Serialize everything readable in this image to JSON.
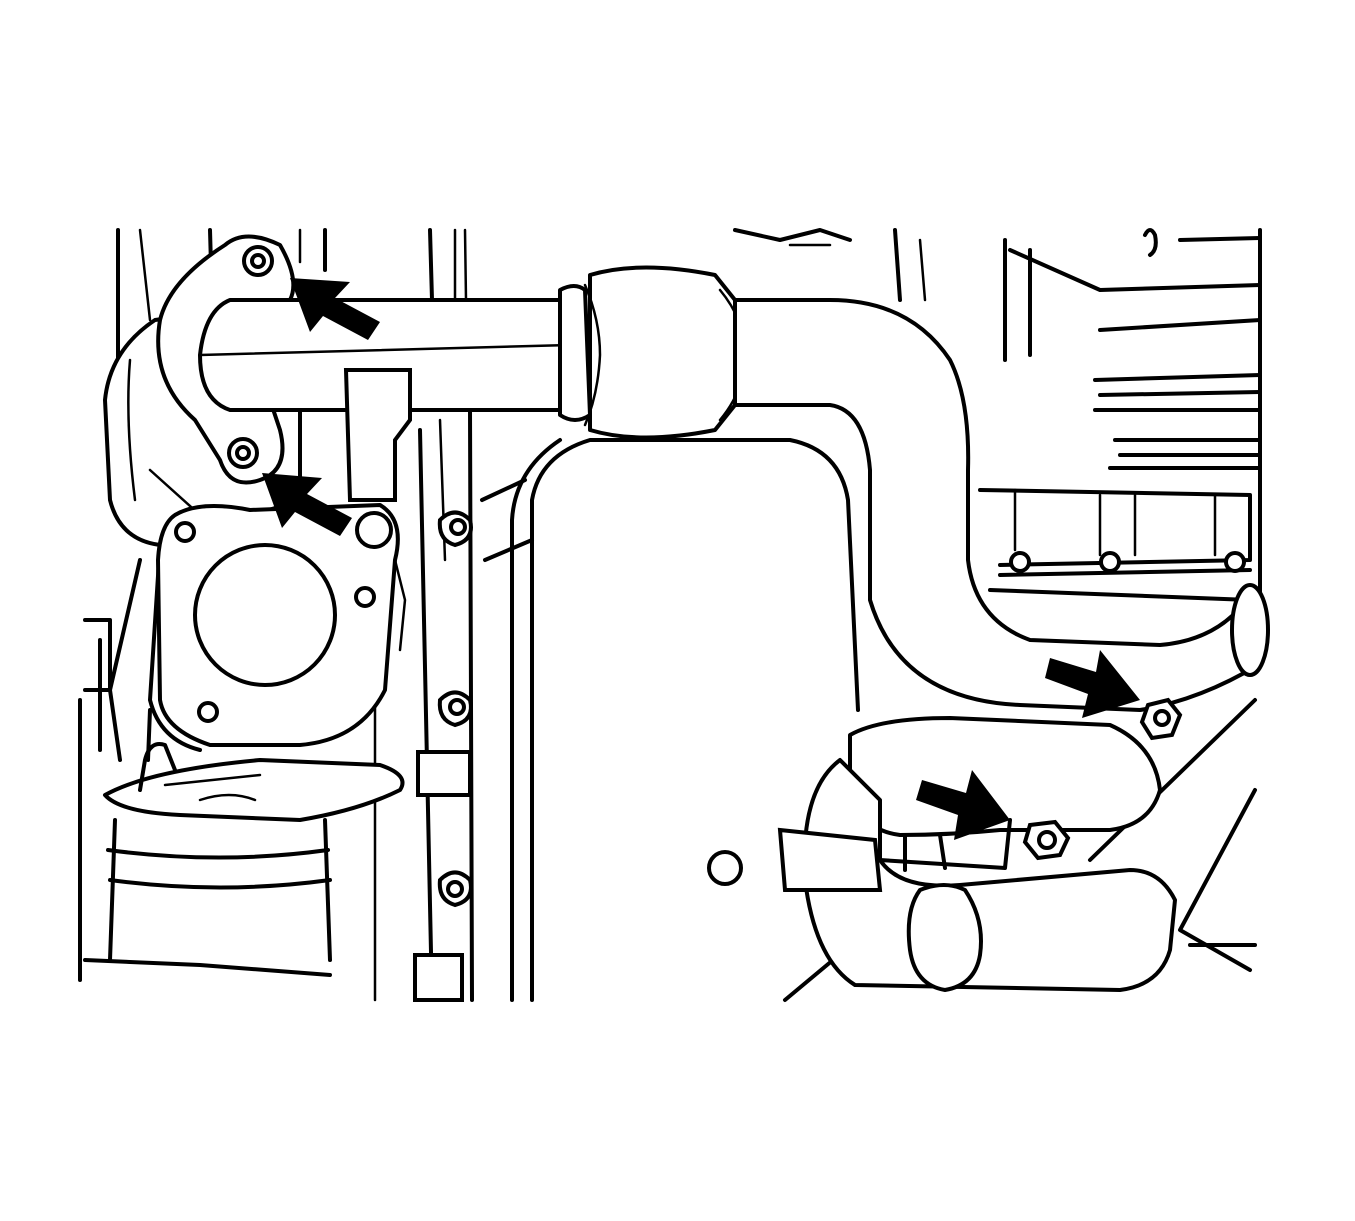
{
  "diagram": {
    "kind": "exhaust-pipe-removal-illustration",
    "line_color": "#000000",
    "background_color": "#ffffff",
    "arrow_count": 4,
    "arrow_targets": [
      "upper-flange-bolt",
      "lower-flange-bolt",
      "hanger-nut",
      "bracket-nut"
    ]
  }
}
